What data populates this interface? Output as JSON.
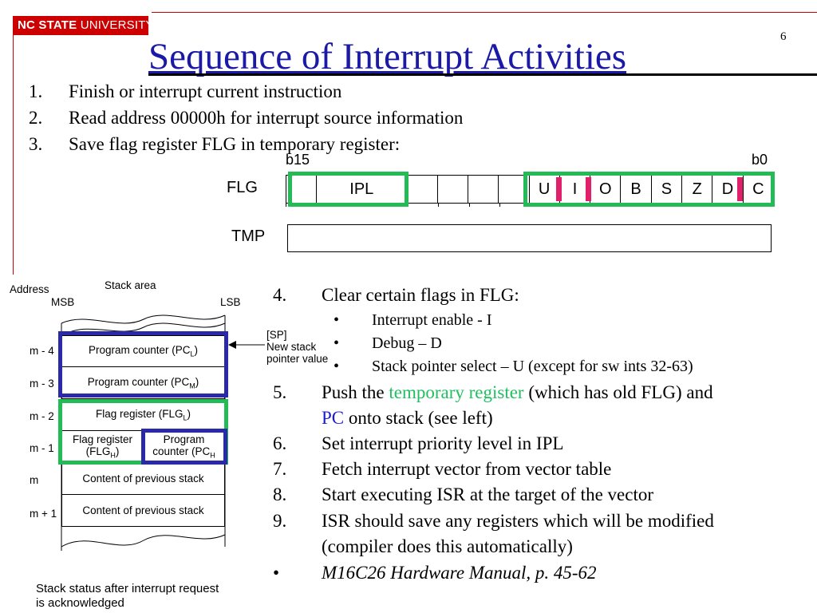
{
  "header": {
    "logo_bold": "NC STATE",
    "logo_rest": " UNIVERSITY",
    "slide_number": "6",
    "title": "Sequence of Interrupt Activities"
  },
  "steps_top": [
    {
      "num": "1.",
      "text": "Finish or interrupt current instruction"
    },
    {
      "num": "2.",
      "text": "Read address 00000h for interrupt source information"
    },
    {
      "num": "3.",
      "text": "Save flag register FLG in temporary register:"
    }
  ],
  "register": {
    "flg_label": "FLG",
    "tmp_label": "TMP",
    "b15": "b15",
    "b0": "b0",
    "ipl": "IPL",
    "flags": [
      "U",
      "I",
      "O",
      "B",
      "S",
      "Z",
      "D",
      "C"
    ]
  },
  "stack": {
    "address": "Address",
    "stack_area": "Stack area",
    "msb": "MSB",
    "lsb": "LSB",
    "sp_label": "[SP]",
    "sp_desc_1": "New stack",
    "sp_desc_2": "pointer value",
    "addresses": [
      "m - 4",
      "m - 3",
      "m - 2",
      "m - 1",
      "m",
      "m + 1"
    ],
    "rows": {
      "pcl": "Program counter (PC",
      "pcl_sub": "L",
      "pcm": "Program counter (PC",
      "pcm_sub": "M",
      "flgl": "Flag register (FLG",
      "flgl_sub": "L",
      "flgh_1": "Flag register",
      "flgh_2": "(FLG",
      "flgh_sub": "H",
      "pch_1": "Program",
      "pch_2": "counter (PC",
      "pch_sub": "H",
      "prev1": "Content of previous stack",
      "prev2": "Content of previous stack"
    },
    "caption_1": "Stack status after interrupt request",
    "caption_2": "is acknowledged"
  },
  "steps_bottom": {
    "s4_num": "4.",
    "s4_text": "Clear certain flags in FLG:",
    "bullets": [
      "Interrupt enable - I",
      "Debug – D",
      "Stack pointer select – U (except for sw ints 32-63)"
    ],
    "bullet_char": "•",
    "s5_num": "5.",
    "s5_a": "Push the ",
    "s5_temp": "temporary register",
    "s5_b": " (which has old FLG) and",
    "s5_pc": "PC",
    "s5_c": " onto stack (see left)",
    "s6_num": "6.",
    "s6_text": "Set interrupt priority level in IPL",
    "s7_num": "7.",
    "s7_text": "Fetch interrupt vector from vector table",
    "s8_num": "8.",
    "s8_text": "Start executing ISR at the target of the vector",
    "s9_num": "9.",
    "s9_text": "ISR should save any registers which will be modified",
    "s9_cont": "(compiler does this automatically)",
    "ref_bullet": "•",
    "ref_text": "M16C26 Hardware Manual, p. 45-62"
  }
}
